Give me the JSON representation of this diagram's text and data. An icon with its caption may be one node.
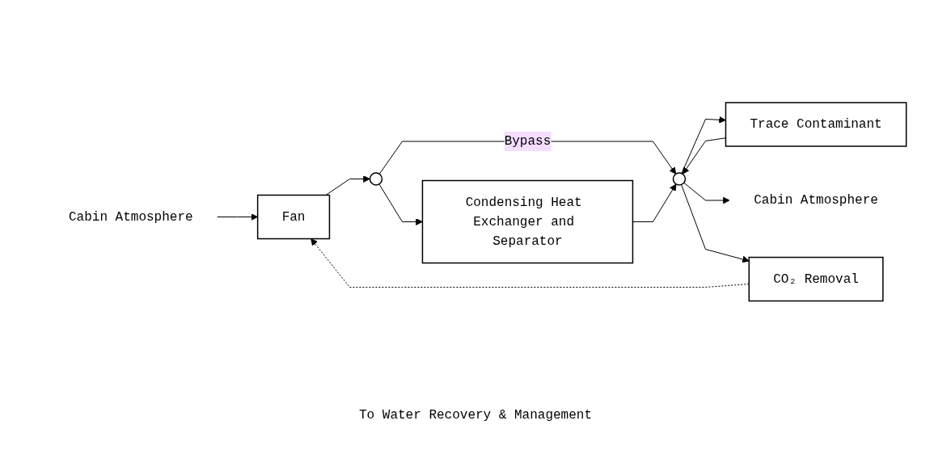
{
  "diagram": {
    "nodes": [
      {
        "text": [
          "Cabin Atmosphere"
        ]
      },
      {
        "text": [
          "Fan"
        ]
      },
      {
        "text": [],
        "shape": "circle"
      },
      {
        "text": [
          "Condensing Heat Exchanger and Separator"
        ]
      },
      {
        "text": [
          "Trace Contaminant"
        ]
      },
      {
        "text": [],
        "shape": "circle"
      },
      {
        "text": [
          "Cabin Atmosphere"
        ]
      },
      {
        "text": [
          "CO₂ Removal"
        ]
      }
    ],
    "edges": [
      {
        "from": 0,
        "to": 1,
        "arrow": "to"
      },
      {
        "from": 1,
        "to": 2,
        "arrow": "to"
      },
      {
        "from": 2,
        "to": 3,
        "arrow": "to"
      },
      {
        "from": 2,
        "to": 5,
        "arrow": "to",
        "label": "Bypass"
      },
      {
        "from": 3,
        "to": 5,
        "arrow": "to"
      },
      {
        "from": 5,
        "to": 4,
        "arrow": "to"
      },
      {
        "from": 4,
        "to": 5,
        "arrow": "to"
      },
      {
        "from": 5,
        "to": 6,
        "arrow": "to"
      },
      {
        "from": 5,
        "to": 7,
        "arrow": "to"
      },
      {
        "from": 7,
        "to": 1,
        "arrow": "to",
        "style": "dashed"
      }
    ],
    "labels": [
      "To Water Recovery & Management"
    ]
  }
}
